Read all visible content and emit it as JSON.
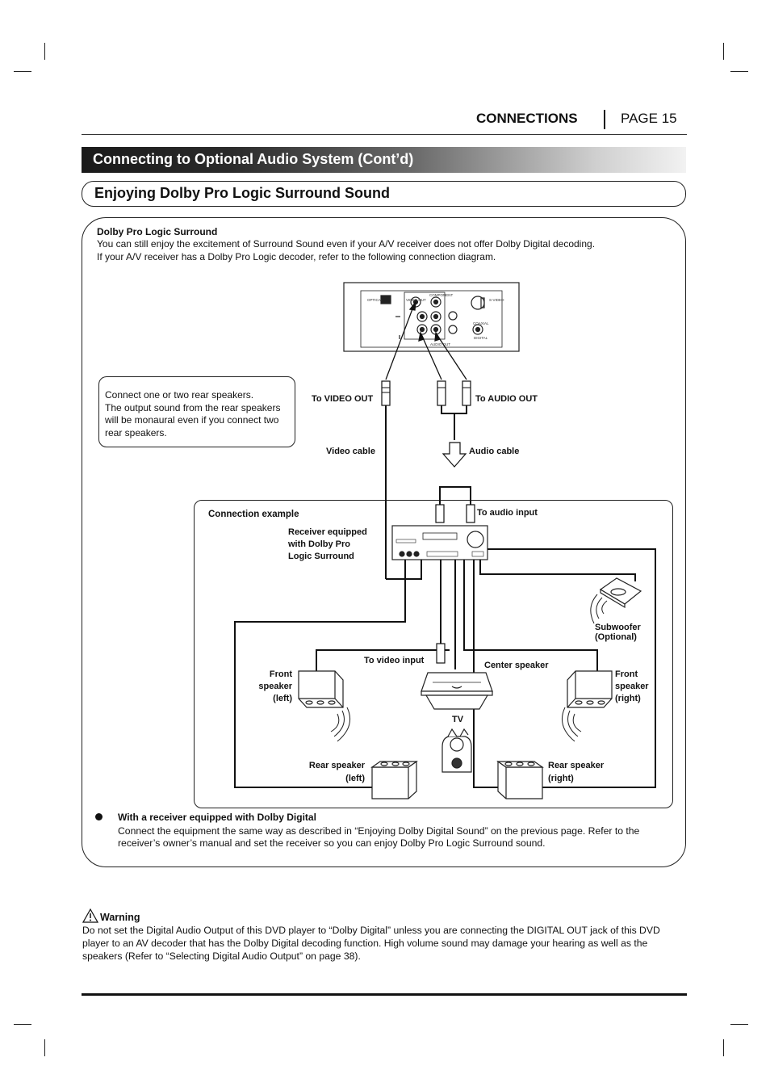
{
  "header": {
    "section": "CONNECTIONS",
    "page": "PAGE 15"
  },
  "banner_title": "Connecting to Optional Audio System (Cont’d)",
  "subsection_title": "Enjoying Dolby Pro Logic Surround Sound",
  "intro": {
    "heading": "Dolby Pro Logic Surround",
    "line1": "You can still enjoy the excitement of Surround Sound even if your A/V receiver does not offer Dolby Digital decoding.",
    "line2": "If your A/V receiver has a Dolby Pro Logic decoder, refer to the following connection diagram."
  },
  "note_box": {
    "line1": "Connect one or two rear speakers.",
    "line2": "The output sound from the rear speakers",
    "line3": "will be monaural even if you connect two",
    "line4": "rear speakers."
  },
  "diagram": {
    "to_video_out": "To VIDEO OUT",
    "to_audio_out": "To AUDIO OUT",
    "video_cable": "Video cable",
    "audio_cable": "Audio cable",
    "connection_example": "Connection example",
    "to_audio_input": "To audio input",
    "receiver": [
      "Receiver equipped",
      "with Dolby Pro",
      "Logic Surround"
    ],
    "subwoofer": [
      "Subwoofer",
      "(Optional)"
    ],
    "to_video_input": "To video input",
    "center_speaker": "Center speaker",
    "front_left": [
      "Front",
      "speaker",
      "(left)"
    ],
    "front_right": [
      "Front",
      "speaker",
      "(right)"
    ],
    "tv": "TV",
    "rear_left": [
      "Rear speaker",
      "(left)"
    ],
    "rear_right": [
      "Rear speaker",
      "(right)"
    ],
    "jack_labels": {
      "optical": "OPTICAL",
      "video_out": "VIDEO OUT",
      "component": "COMPONENT",
      "svideo": "S-VIDEO",
      "coaxial": "COAXIAL",
      "digital": "DIGITAL",
      "audio_out": "AUDIO OUT"
    }
  },
  "bullet": {
    "heading": "With a receiver equipped with Dolby Digital",
    "line1": "Connect the equipment the same way as described in “Enjoying Dolby Digital Sound” on the previous page. Refer to the",
    "line2": "receiver’s owner’s manual and set the receiver so you can enjoy Dolby Pro Logic Surround sound."
  },
  "warning": {
    "heading": "Warning",
    "line1": "Do not set the Digital Audio Output of this DVD player to “Dolby Digital” unless you are connecting the DIGITAL OUT jack of this DVD",
    "line2": "player to an AV decoder that has the Dolby Digital decoding function. High volume sound may damage your hearing as well as the",
    "line3": "speakers (Refer to “Selecting Digital Audio Output” on page 38)."
  }
}
